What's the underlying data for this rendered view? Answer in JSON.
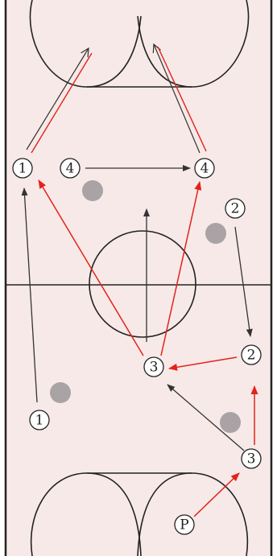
{
  "court": {
    "background": "#f7e9e8",
    "line_color": "#222222"
  },
  "colors": {
    "pass_arrow": "#e2231a",
    "move_arrow": "#333333",
    "cone": "#a9a3a6"
  },
  "players": {
    "p1_top": "1",
    "p4_left": "4",
    "p4_right": "4",
    "p2_upper": "2",
    "p2_lower": "2",
    "p3_center": "3",
    "p1_bottom": "1",
    "p3_bottom": "3",
    "passer": "P"
  },
  "cones_count": 4
}
